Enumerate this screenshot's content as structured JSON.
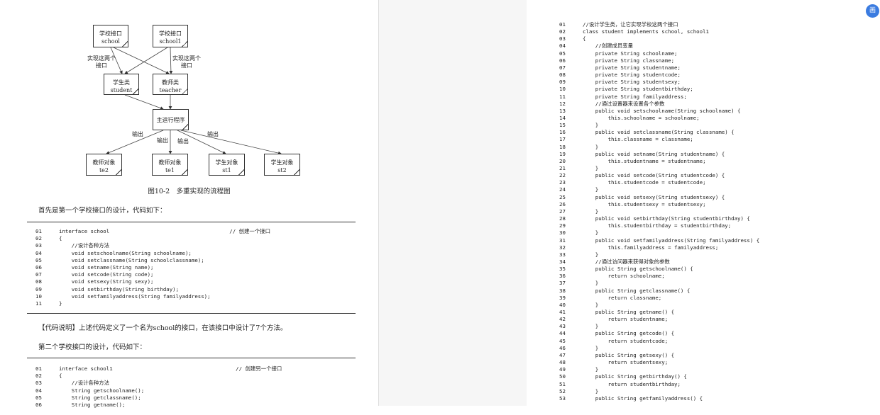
{
  "diagram": {
    "nodes": {
      "school": [
        "学校接口",
        "school"
      ],
      "school1": [
        "学校接口",
        "school1"
      ],
      "student": [
        "学生类",
        "student"
      ],
      "teacher": [
        "教师类",
        "teacher"
      ],
      "main": [
        "主运行程序"
      ],
      "te2": [
        "教师对象",
        "te2"
      ],
      "te1": [
        "教师对象",
        "te1"
      ],
      "st1": [
        "学生对象",
        "st1"
      ],
      "st2": [
        "学生对象",
        "st2"
      ]
    },
    "labels": {
      "impl_left": [
        "实现这两个",
        "接口"
      ],
      "impl_right": [
        "实现这两个",
        "接口"
      ],
      "out1": "输出",
      "out2": "输出",
      "out3": "输出",
      "out4": "输出"
    },
    "caption": "图10-2　多重实现的流程图"
  },
  "text": {
    "intro1": "首先是第一个学校接口的设计，代码如下：",
    "explain1": "【代码说明】上述代码定义了一个名为school的接口，在该接口中设计了7个方法。",
    "intro2": "第二个学校接口的设计，代码如下："
  },
  "code1": [
    {
      "n": "01",
      "t": "interface school                                      // 创建一个接口"
    },
    {
      "n": "02",
      "t": "{"
    },
    {
      "n": "03",
      "t": "    //设计各种方法"
    },
    {
      "n": "04",
      "t": "    void setschoolname(String schoolname);"
    },
    {
      "n": "05",
      "t": "    void setclassname(String schoolclassname);"
    },
    {
      "n": "06",
      "t": "    void setname(String name);"
    },
    {
      "n": "07",
      "t": "    void setcode(String code);"
    },
    {
      "n": "08",
      "t": "    void setsexy(String sexy);"
    },
    {
      "n": "09",
      "t": "    void setbirthday(String birthday);"
    },
    {
      "n": "10",
      "t": "    void setfamilyaddress(String familyaddress);"
    },
    {
      "n": "11",
      "t": "}"
    }
  ],
  "code2": [
    {
      "n": "01",
      "t": "interface school1                                       // 创建另一个接口"
    },
    {
      "n": "02",
      "t": "{"
    },
    {
      "n": "03",
      "t": "    //设计各种方法"
    },
    {
      "n": "04",
      "t": "    String getschoolname();"
    },
    {
      "n": "05",
      "t": "    String getclassname();"
    },
    {
      "n": "06",
      "t": "    String getname();"
    }
  ],
  "code3": [
    {
      "n": "01",
      "t": "//设计学生类，让它实现学校这两个接口"
    },
    {
      "n": "02",
      "t": "class student implements school, school1"
    },
    {
      "n": "03",
      "t": "{"
    },
    {
      "n": "04",
      "t": "    //创建成员变量"
    },
    {
      "n": "05",
      "t": "    private String schoolname;"
    },
    {
      "n": "06",
      "t": "    private String classname;"
    },
    {
      "n": "07",
      "t": "    private String studentname;"
    },
    {
      "n": "08",
      "t": "    private String studentcode;"
    },
    {
      "n": "09",
      "t": "    private String studentsexy;"
    },
    {
      "n": "10",
      "t": "    private String studentbirthday;"
    },
    {
      "n": "11",
      "t": "    private String familyaddress;"
    },
    {
      "n": "12",
      "t": "    //通过设置器来设置各个参数"
    },
    {
      "n": "13",
      "t": "    public void setschoolname(String schoolname) {"
    },
    {
      "n": "14",
      "t": "        this.schoolname = schoolname;"
    },
    {
      "n": "15",
      "t": "    }"
    },
    {
      "n": "16",
      "t": "    public void setclassname(String classname) {"
    },
    {
      "n": "17",
      "t": "        this.classname = classname;"
    },
    {
      "n": "18",
      "t": "    }"
    },
    {
      "n": "19",
      "t": "    public void setname(String studentname) {"
    },
    {
      "n": "20",
      "t": "        this.studentname = studentname;"
    },
    {
      "n": "21",
      "t": "    }"
    },
    {
      "n": "22",
      "t": "    public void setcode(String studentcode) {"
    },
    {
      "n": "23",
      "t": "        this.studentcode = studentcode;"
    },
    {
      "n": "24",
      "t": "    }"
    },
    {
      "n": "25",
      "t": "    public void setsexy(String studentsexy) {"
    },
    {
      "n": "26",
      "t": "        this.studentsexy = studentsexy;"
    },
    {
      "n": "27",
      "t": "    }"
    },
    {
      "n": "28",
      "t": "    public void setbirthday(String studentbirthday) {"
    },
    {
      "n": "29",
      "t": "        this.studentbirthday = studentbirthday;"
    },
    {
      "n": "30",
      "t": "    }"
    },
    {
      "n": "31",
      "t": "    public void setfamilyaddress(String familyaddress) {"
    },
    {
      "n": "32",
      "t": "        this.familyaddress = familyaddress;"
    },
    {
      "n": "33",
      "t": "    }"
    },
    {
      "n": "34",
      "t": "    //通过访问器来获得对象的参数"
    },
    {
      "n": "35",
      "t": "    public String getschoolname() {"
    },
    {
      "n": "36",
      "t": "        return schoolname;"
    },
    {
      "n": "37",
      "t": "    }"
    },
    {
      "n": "38",
      "t": "    public String getclassname() {"
    },
    {
      "n": "39",
      "t": "        return classname;"
    },
    {
      "n": "40",
      "t": "    }"
    },
    {
      "n": "41",
      "t": "    public String getname() {"
    },
    {
      "n": "42",
      "t": "        return studentname;"
    },
    {
      "n": "43",
      "t": "    }"
    },
    {
      "n": "44",
      "t": "    public String getcode() {"
    },
    {
      "n": "45",
      "t": "        return studentcode;"
    },
    {
      "n": "46",
      "t": "    }"
    },
    {
      "n": "47",
      "t": "    public String getsexy() {"
    },
    {
      "n": "48",
      "t": "        return studentsexy;"
    },
    {
      "n": "49",
      "t": "    }"
    },
    {
      "n": "50",
      "t": "    public String getbirthday() {"
    },
    {
      "n": "51",
      "t": "        return studentbirthday;"
    },
    {
      "n": "52",
      "t": "    }"
    },
    {
      "n": "53",
      "t": "    public String getfamilyaddress() {"
    }
  ],
  "ui": {
    "corner_button_icon": "translate-icon",
    "corner_button_glyph": "画"
  }
}
